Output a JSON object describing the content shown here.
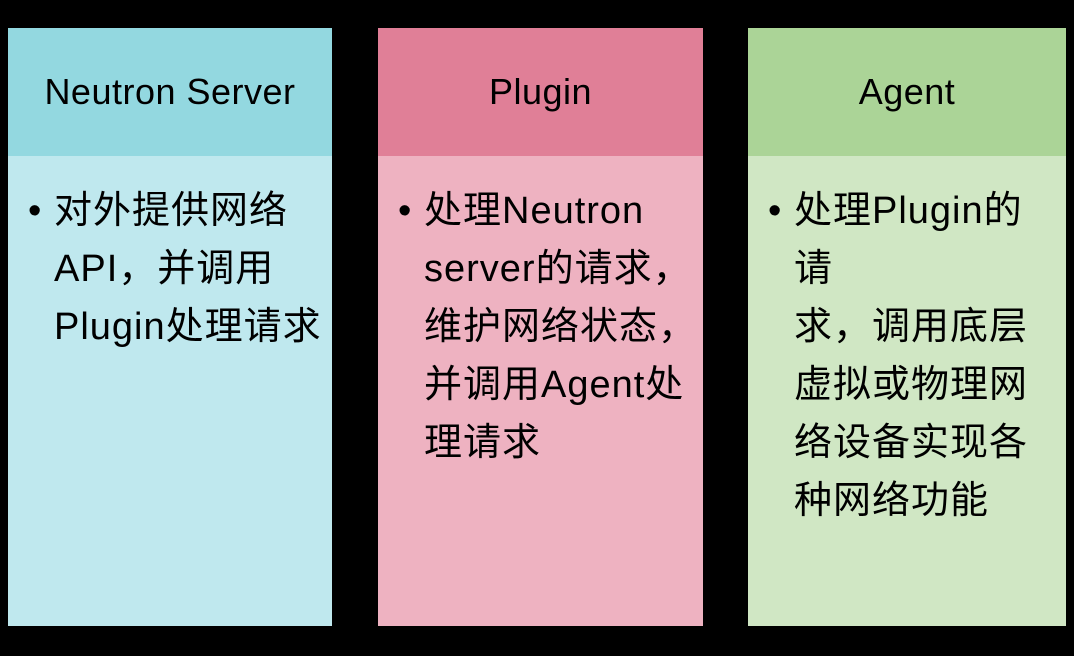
{
  "slide": {
    "background_color": "#000000",
    "text_color": "#000000",
    "bullet_char": "•"
  },
  "cards": [
    {
      "id": "neutron-server",
      "title": "Neutron Server",
      "header_color": "#93d8e0",
      "body_color": "#bfe8ee",
      "body_text": "对外提供网络\nAPI，并调用\nPlugin处理请求"
    },
    {
      "id": "plugin",
      "title": "Plugin",
      "header_color": "#e07f97",
      "body_color": "#eeb2c1",
      "body_text": "处理Neutron\nserver的请求，\n维护网络状态，\n并调用Agent处\n理请求"
    },
    {
      "id": "agent",
      "title": "Agent",
      "header_color": "#abd497",
      "body_color": "#d0e7c4",
      "body_text": "处理Plugin的请\n求，调用底层\n虚拟或物理网\n络设备实现各\n种网络功能"
    }
  ]
}
